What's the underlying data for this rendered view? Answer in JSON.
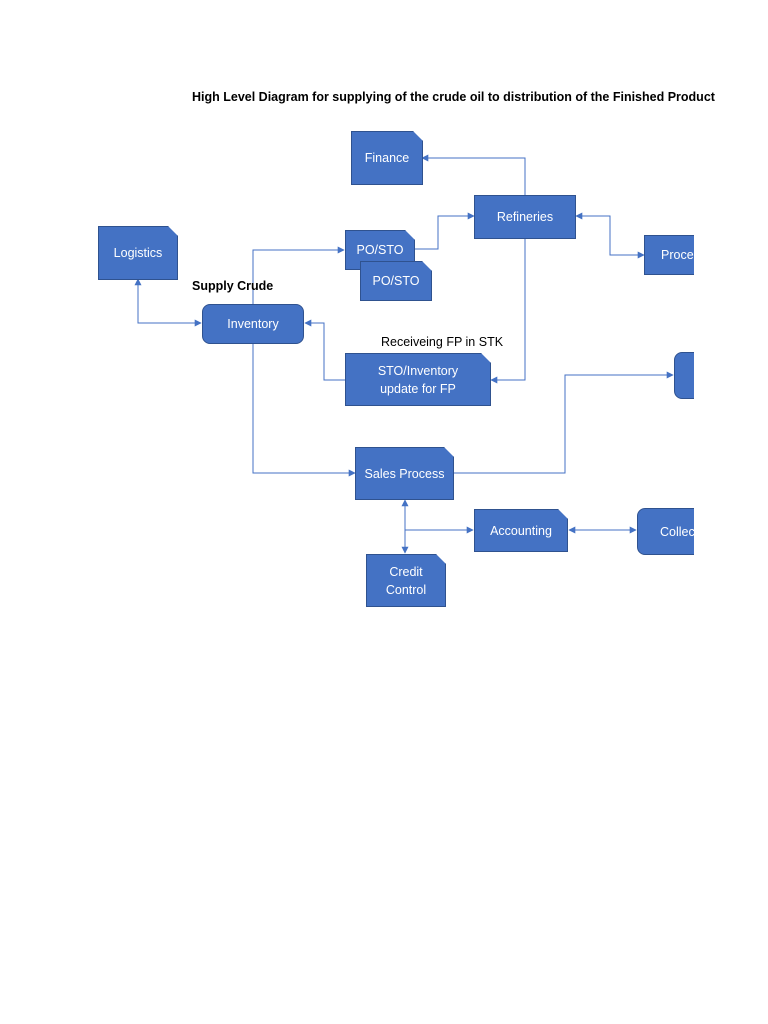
{
  "title": "High Level Diagram for supplying of the crude oil to distribution of the Finished Product",
  "colors": {
    "box_fill": "#4472c4",
    "box_border": "#2f528f",
    "connector": "#4472c4"
  },
  "nodes": {
    "finance": "Finance",
    "refineries": "Refineries",
    "logistics": "Logistics",
    "po_sto_1": "PO/STO",
    "po_sto_2": "PO/STO",
    "process": "Process",
    "inventory": "Inventory",
    "sto_inventory": "STO/Inventory\nupdate for FP",
    "sales_process": "Sales Process",
    "accounting": "Accounting",
    "collection": "Collection",
    "credit_control": "Credit\nControl"
  },
  "labels": {
    "supply_crude": "Supply Crude",
    "receiving_fp": "Receiveing FP in STK"
  }
}
